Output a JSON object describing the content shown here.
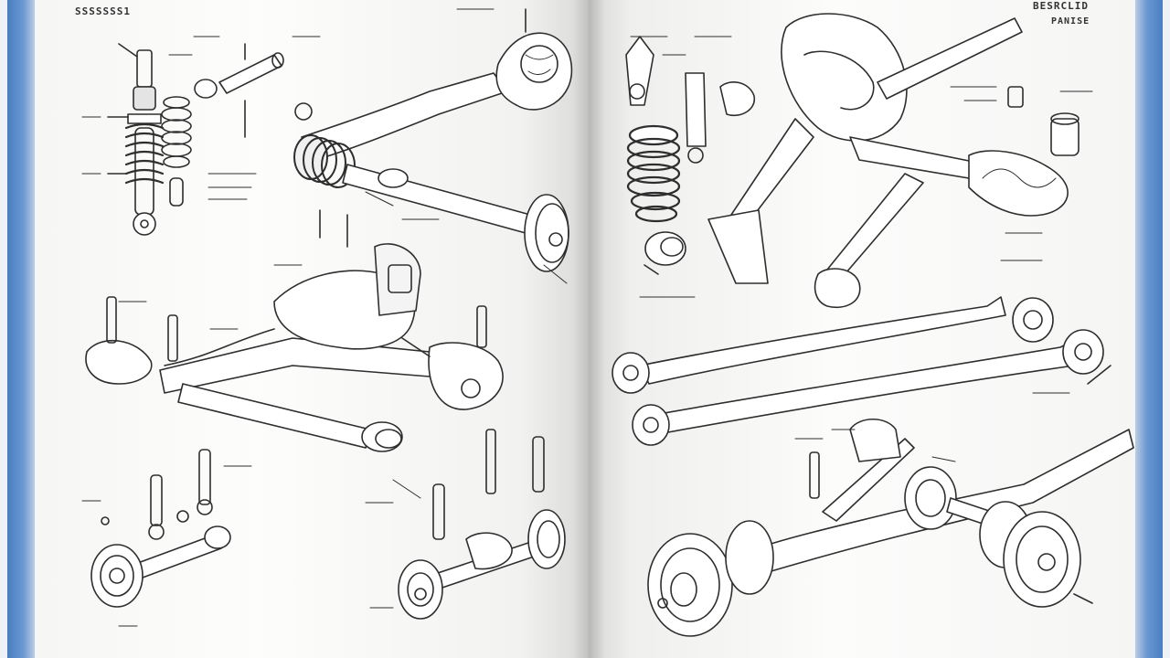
{
  "left_page": {
    "header": "SSSSSSS1"
  },
  "right_page": {
    "header_top": "BESRCLID",
    "header_sub": "PANISE"
  },
  "colors": {
    "cover": "#5a8cc8",
    "paper": "#fbfbfa",
    "ink": "#2e2e2e"
  }
}
